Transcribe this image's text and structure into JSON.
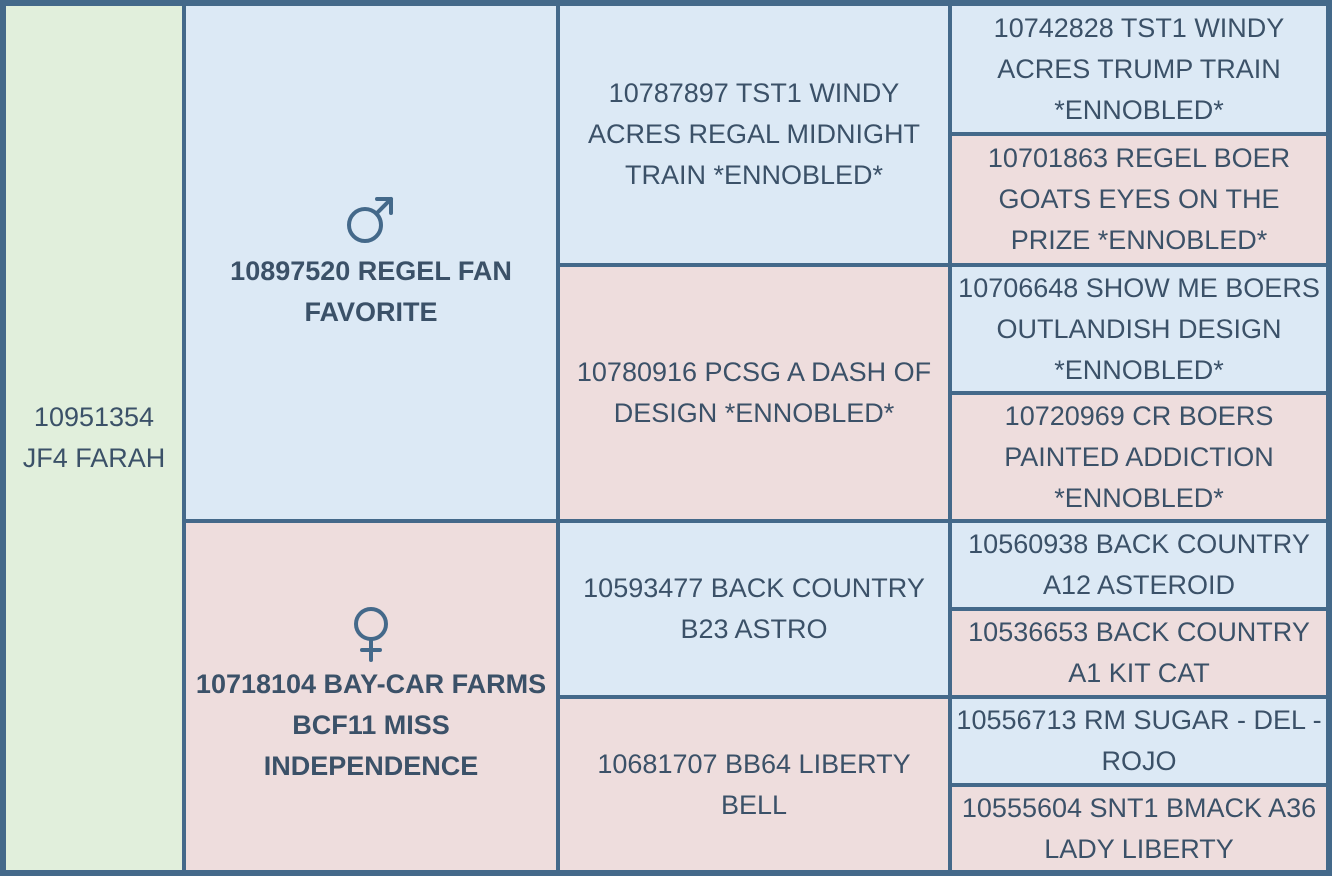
{
  "pedigree": {
    "subject": {
      "id": "10951354",
      "name": "JF4 FARAH"
    },
    "sire": {
      "label": "10897520 REGEL FAN FAVORITE",
      "icon": "male-symbol-icon",
      "sire": {
        "label": "10787897 TST1 WINDY ACRES REGAL MIDNIGHT TRAIN *ENNOBLED*",
        "sire": {
          "label": "10742828 TST1 WINDY ACRES TRUMP TRAIN *ENNOBLED*"
        },
        "dam": {
          "label": "10701863 REGEL BOER GOATS EYES ON THE PRIZE *ENNOBLED*"
        }
      },
      "dam": {
        "label": "10780916 PCSG A DASH OF DESIGN *ENNOBLED*",
        "sire": {
          "label": "10706648 SHOW ME BOERS OUTLANDISH DESIGN *ENNOBLED*"
        },
        "dam": {
          "label": "10720969 CR BOERS PAINTED ADDICTION *ENNOBLED*"
        }
      }
    },
    "dam": {
      "label": "10718104 BAY-CAR FARMS BCF11 MISS INDEPENDENCE",
      "icon": "female-symbol-icon",
      "sire": {
        "label": "10593477 BACK COUNTRY B23 ASTRO",
        "sire": {
          "label": "10560938 BACK COUNTRY A12 ASTEROID"
        },
        "dam": {
          "label": "10536653 BACK COUNTRY A1 KIT CAT"
        }
      },
      "dam": {
        "label": "10681707 BB64 LIBERTY BELL",
        "sire": {
          "label": "10556713 RM SUGAR - DEL - ROJO"
        },
        "dam": {
          "label": "10555604 SNT1 BMACK A36 LADY LIBERTY"
        }
      }
    }
  },
  "colors": {
    "border": "#44698a",
    "subject_bg": "#e1efdc",
    "male_bg": "#dce9f5",
    "female_bg": "#eedddd",
    "text": "#3b5168"
  }
}
